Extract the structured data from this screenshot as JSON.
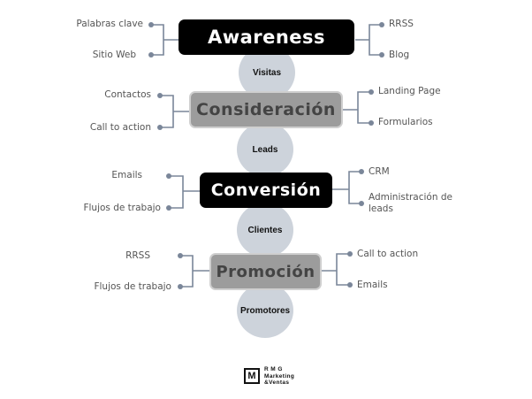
{
  "stages": [
    {
      "label": "Awareness"
    },
    {
      "label": "Consideración"
    },
    {
      "label": "Conversión"
    },
    {
      "label": "Promoción"
    }
  ],
  "connectors": [
    {
      "label": "Visitas"
    },
    {
      "label": "Leads"
    },
    {
      "label": "Clientes"
    },
    {
      "label": "Promotores"
    }
  ],
  "branches": {
    "awareness": {
      "left": [
        "Palabras clave",
        "Sitio Web"
      ],
      "right": [
        "RRSS",
        "Blog"
      ]
    },
    "consideracion": {
      "left": [
        "Contactos",
        "Call to action"
      ],
      "right": [
        "Landing Page",
        "Formularios"
      ]
    },
    "conversion": {
      "left": [
        "Emails",
        "Flujos de trabajo"
      ],
      "right": [
        "CRM",
        "Administración de leads"
      ]
    },
    "promocion": {
      "left": [
        "RRSS",
        "Flujos de trabajo"
      ],
      "right": [
        "Call to action",
        "Emails"
      ]
    }
  },
  "logo": {
    "glyph": "M",
    "line1": "R M G",
    "line2": "Marketing",
    "line3": "&Ventas"
  },
  "colors": {
    "dark_stage": "#000000",
    "gray_stage": "#9c9c9c",
    "bubble": "#cdd3db",
    "connector_line": "#7a8699"
  }
}
